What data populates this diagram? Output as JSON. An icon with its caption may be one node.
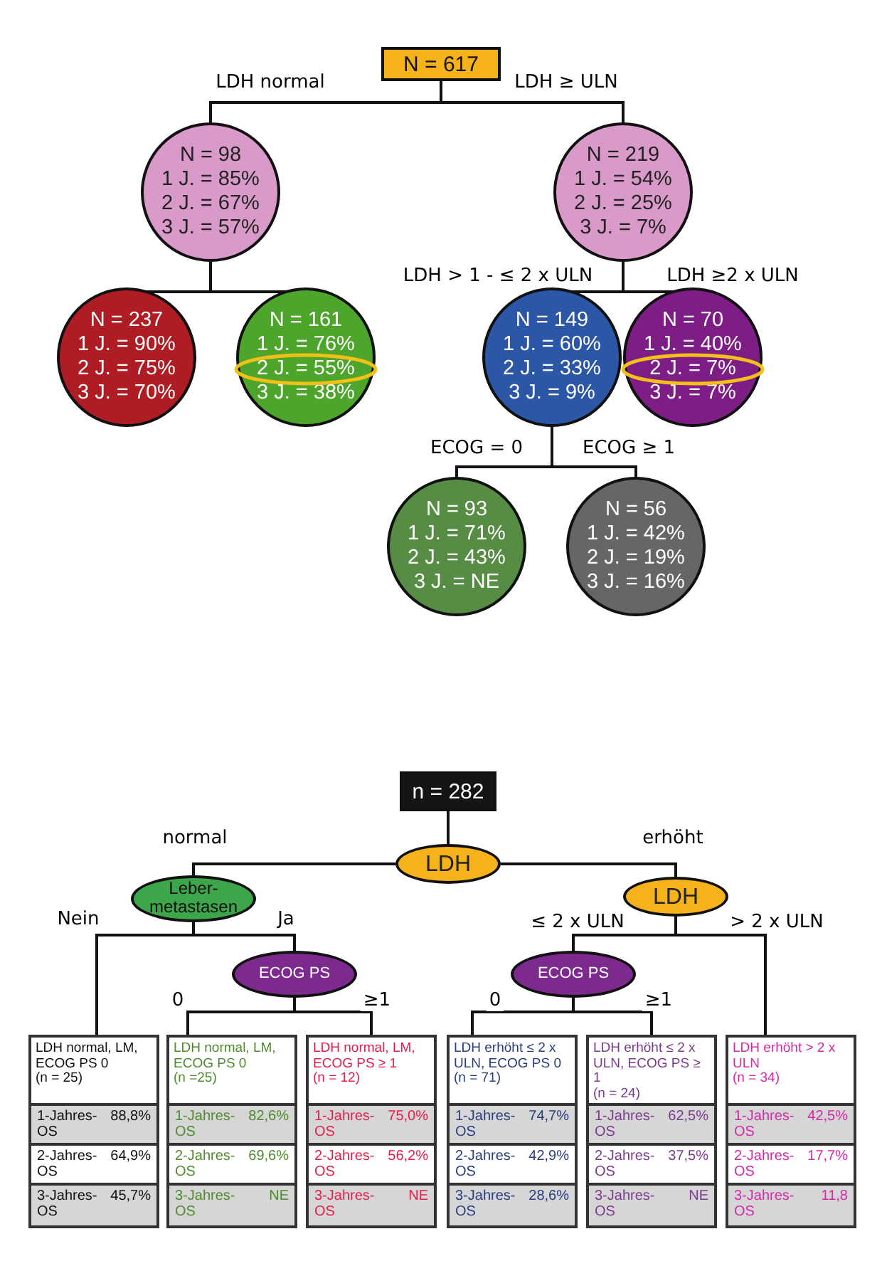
{
  "diagram": {
    "nodes": [
      {
        "text": [
          "N = 617"
        ]
      },
      {
        "text": [
          "N = 98",
          "1 J. = 85%",
          "2 J. = 67%",
          "3 J. = 57%"
        ]
      },
      {
        "text": [
          "N = 219",
          "1 J. = 54%",
          "2 J. = 25%",
          "3 J. = 7%"
        ]
      },
      {
        "text": [
          "N = 237",
          "1 J. = 90%",
          "2 J. = 75%",
          "3 J. = 70%"
        ]
      },
      {
        "text": [
          "N = 161",
          "1 J. = 76%",
          "2 J. = 55%",
          "3 J. = 38%"
        ]
      },
      {
        "text": [
          "N = 149",
          "1 J. = 60%",
          "2 J. = 33%",
          "3 J. = 9%"
        ]
      },
      {
        "text": [
          "N = 70",
          "1 J. = 40%",
          "2 J. = 7%",
          "3 J. = 7%"
        ]
      },
      {
        "text": [
          "N = 93",
          "1 J. = 71%",
          "2 J. = 43%",
          "3 J. = NE"
        ]
      },
      {
        "text": [
          "N = 56",
          "1 J. = 42%",
          "2 J. = 19%",
          "3 J. = 16%"
        ]
      },
      {
        "text": [
          "n = 282"
        ]
      },
      {
        "text": [
          "LDH"
        ]
      },
      {
        "text": [
          "Leber- metastasen"
        ]
      },
      {
        "text": [
          "LDH"
        ]
      },
      {
        "text": [
          "ECOG PS"
        ]
      },
      {
        "text": [
          "ECOG PS"
        ]
      },
      {
        "text": [
          "LDH normal, LM, ECOG PS 0",
          "(n = 25)",
          "1-Jahres- OS",
          "88,8%",
          "2-Jahres- OS",
          "64,9%",
          "3-Jahres- OS",
          "45,7%"
        ]
      },
      {
        "text": [
          "LDH normal, LM, ECOG PS 0",
          "(n =25)",
          "1-Jahres- OS",
          "82,6%",
          "2-Jahres- OS",
          "69,6%",
          "3-Jahres- OS",
          "NE"
        ]
      },
      {
        "text": [
          "LDH normal, LM, ECOG PS ≥ 1",
          "(n = 12)",
          "1-Jahres- OS",
          "75,0%",
          "2-Jahres- OS",
          "56,2%",
          "3-Jahres- OS",
          "NE"
        ]
      },
      {
        "text": [
          "LDH erhöht ≤ 2 x ULN, ECOG PS 0",
          "(n = 71)",
          "1-Jahres- OS",
          "74,7%",
          "2-Jahres- OS",
          "42,9%",
          "3-Jahres- OS",
          "28,6%"
        ]
      },
      {
        "text": [
          "LDH erhöht ≤ 2 x ULN, ECOG PS ≥ 1",
          "(n = 24)",
          "1-Jahres- OS",
          "62,5%",
          "2-Jahres- OS",
          "37,5%",
          "3-Jahres- OS",
          "NE"
        ]
      },
      {
        "text": [
          "LDH erhöht > 2 x ULN",
          "(n = 34)",
          "1-Jahres- OS",
          "42,5%",
          "2-Jahres- OS",
          "17,7%",
          "3-Jahres- OS",
          "11,8"
        ]
      }
    ],
    "edges": [
      {
        "from": 0,
        "to": 1,
        "arrow": "none",
        "label": "LDH normal"
      },
      {
        "from": 0,
        "to": 2,
        "arrow": "none",
        "label": "LDH ≥ ULN"
      },
      {
        "from": 1,
        "to": 3,
        "arrow": "none"
      },
      {
        "from": 1,
        "to": 4,
        "arrow": "none"
      },
      {
        "from": 2,
        "to": 5,
        "arrow": "none",
        "label": "LDH > 1 - ≤ 2 x ULN"
      },
      {
        "from": 2,
        "to": 6,
        "arrow": "none",
        "label": "LDH ≥2 x ULN"
      },
      {
        "from": 5,
        "to": 7,
        "arrow": "none",
        "label": "ECOG = 0"
      },
      {
        "from": 5,
        "to": 8,
        "arrow": "none",
        "label": "ECOG ≥ 1"
      },
      {
        "from": 9,
        "to": 10,
        "arrow": "none"
      },
      {
        "from": 10,
        "to": 11,
        "arrow": "none",
        "label": "normal"
      },
      {
        "from": 10,
        "to": 12,
        "arrow": "none",
        "label": "erhöht"
      },
      {
        "from": 11,
        "to": 15,
        "arrow": "none",
        "label": "Nein"
      },
      {
        "from": 11,
        "to": 13,
        "arrow": "none",
        "label": "Ja"
      },
      {
        "from": 12,
        "to": 14,
        "arrow": "none",
        "label": "≤ 2 x ULN"
      },
      {
        "from": 12,
        "to": 20,
        "arrow": "none",
        "label": "> 2 x ULN"
      },
      {
        "from": 13,
        "to": 16,
        "arrow": "none",
        "label": "0"
      },
      {
        "from": 13,
        "to": 17,
        "arrow": "none",
        "label": "≥1"
      },
      {
        "from": 14,
        "to": 18,
        "arrow": "none",
        "label": "0"
      },
      {
        "from": 14,
        "to": 19,
        "arrow": "none",
        "label": "≥1"
      }
    ]
  }
}
